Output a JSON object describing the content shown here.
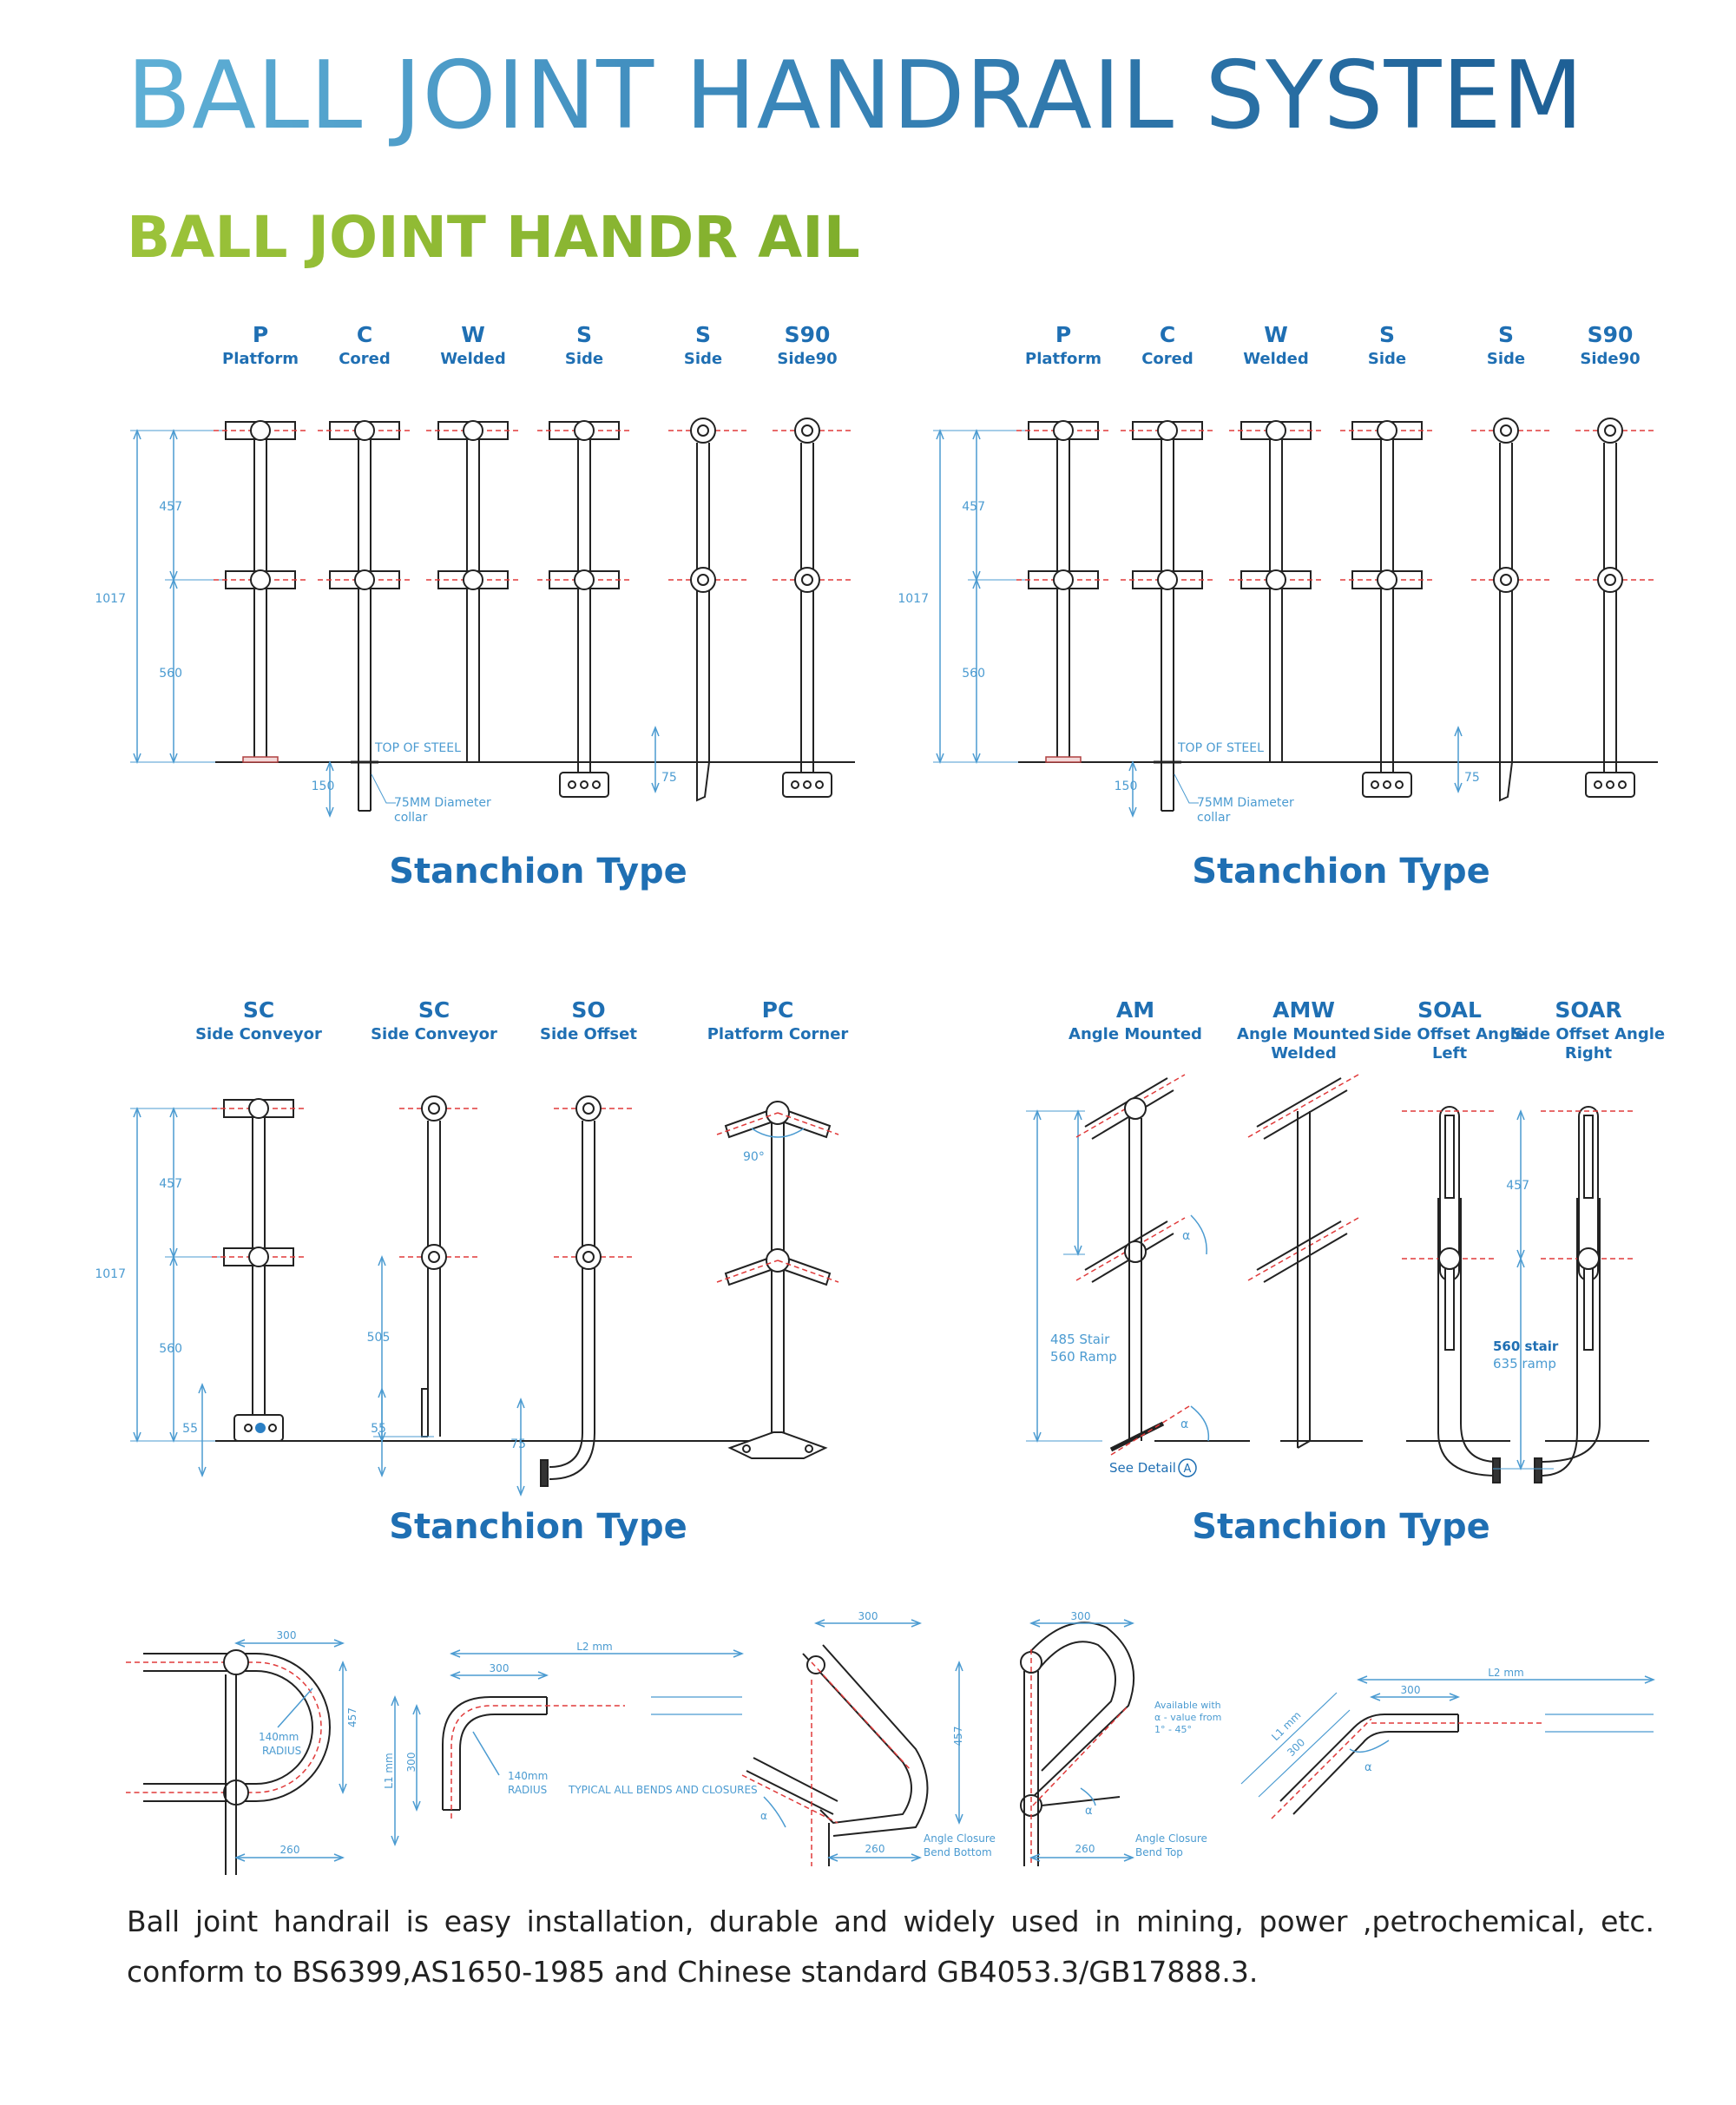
{
  "title": "BALL JOINT HANDRAIL SYSTEM",
  "subtitle": "BALL JOINT HANDR AIL",
  "colors": {
    "dim": "#4b9bd1",
    "label": "#1f6fb3",
    "rail": "#222222",
    "center": "#e03a3a"
  },
  "panel_title": "Stanchion Type",
  "row1": {
    "types": [
      {
        "code": "P",
        "name": "Platform"
      },
      {
        "code": "C",
        "name": "Cored"
      },
      {
        "code": "W",
        "name": "Welded"
      },
      {
        "code": "S",
        "name": "Side"
      },
      {
        "code": "S",
        "name": "Side"
      },
      {
        "code": "S90",
        "name": "Side90"
      }
    ],
    "dims": {
      "total": "1017",
      "upper": "457",
      "lower": "560",
      "embed": "150",
      "offset": "75"
    },
    "notes": {
      "top_of_steel": "TOP OF STEEL",
      "collar1": "75MM Diameter",
      "collar2": "collar"
    }
  },
  "row2_left": {
    "types": [
      {
        "code": "SC",
        "name": "Side Conveyor"
      },
      {
        "code": "SC",
        "name": "Side Conveyor"
      },
      {
        "code": "SO",
        "name": "Side Offset"
      },
      {
        "code": "PC",
        "name": "Platform Corner"
      }
    ],
    "dims": {
      "total": "1017",
      "upper": "457",
      "lower": "560",
      "base": "55",
      "side": "505",
      "offset": "75",
      "angle": "90°"
    }
  },
  "row2_right": {
    "types": [
      {
        "code": "AM",
        "name": "Angle Mounted",
        "name2": ""
      },
      {
        "code": "AMW",
        "name": "Angle Mounted",
        "name2": "Welded"
      },
      {
        "code": "SOAL",
        "name": "Side Offset Angle",
        "name2": "Left"
      },
      {
        "code": "SOAR",
        "name": "Side Offset Angle",
        "name2": "Right"
      }
    ],
    "dims": {
      "upper": "457",
      "stair1": "485 Stair",
      "ramp1": "560 Ramp",
      "stair2": "560 stair",
      "ramp2": "635 ramp",
      "alpha": "α",
      "detail": "See Detail",
      "detail_mark": "A"
    }
  },
  "bends": {
    "d300": "300",
    "d260": "260",
    "d457": "457",
    "l1": "L1 mm",
    "l2": "L2 mm",
    "radius1": "140mm",
    "radius2": "RADIUS",
    "typical": "TYPICAL ALL BENDS AND CLOSURES",
    "closure_bottom1": "Angle Closure",
    "closure_bottom2": "Bend Bottom",
    "closure_top1": "Angle Closure",
    "closure_top2": "Bend Top",
    "avail1": "Available with",
    "avail2": "α - value from",
    "avail3": "1° - 45°",
    "alpha": "α"
  },
  "footer": "Ball joint handrail is easy installation, durable and widely used in mining, power ,petrochemical, etc. conform to BS6399,AS1650-1985 and Chinese standard GB4053.3/GB17888.3."
}
